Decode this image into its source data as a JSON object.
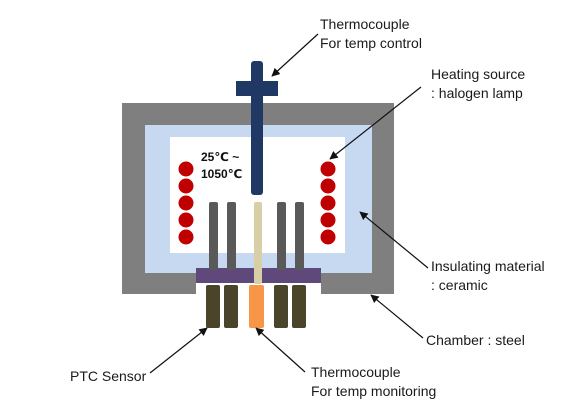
{
  "labels": {
    "thermocouple_control": [
      "Thermocouple",
      "For temp control"
    ],
    "heating_source": [
      "Heating source",
      ": halogen lamp"
    ],
    "temperature_range": [
      "25℃ ~",
      "1050℃"
    ],
    "insulating_material": [
      "Insulating material",
      ": ceramic"
    ],
    "chamber": "Chamber : steel",
    "ptc_sensor": "PTC Sensor",
    "thermocouple_monitoring": [
      "Thermocouple",
      "For temp monitoring"
    ]
  },
  "colors": {
    "chamber_steel": "#7f7f7f",
    "insulation": "#c6d9f1",
    "interior": "#ffffff",
    "thermocouple_probe": "#1f3864",
    "halogen_lamp": "#c00000",
    "sensor_rod": "#595959",
    "monitor_rod": "#d9cfa6",
    "base_plate": "#5f497a",
    "sensor_leg": "#4a452a",
    "monitor_leg": "#f79646"
  },
  "lamps": {
    "left_count": 5,
    "right_count": 5
  },
  "sensor_rods_count": 4
}
